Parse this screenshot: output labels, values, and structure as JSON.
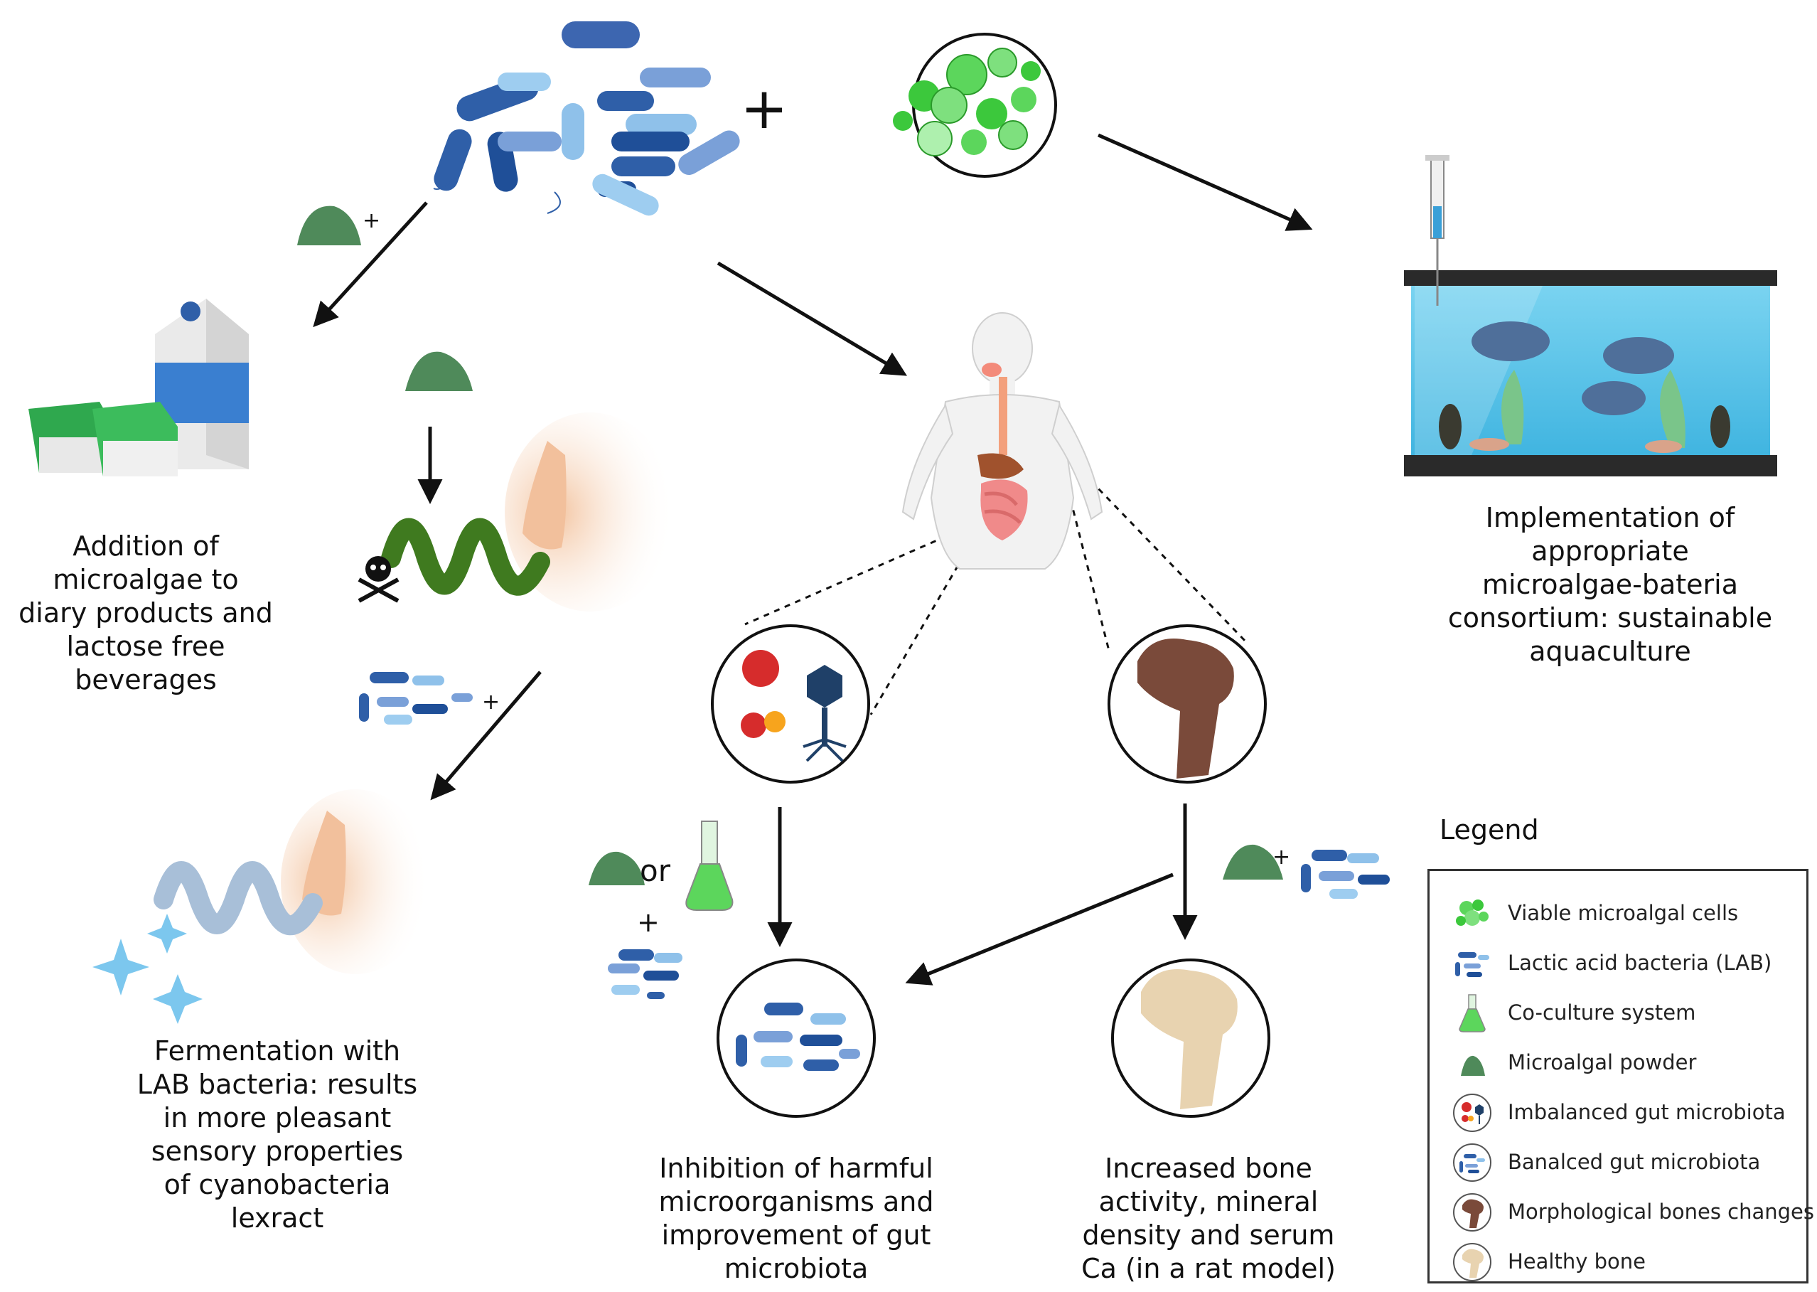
{
  "captions": {
    "dairy": "Addition of\nmicroalgae to\ndiary products and\nlactose free\nbeverages",
    "aquaculture": "Implementation of\nappropriate\nmicroalgae-bateria\nconsortium: sustainable\naquaculture",
    "fermentation": "Fermentation with\nLAB bacteria: results\nin more pleasant\nsensory properties\nof cyanobacteria\nlexract",
    "gut": "Inhibition of harmful\nmicroorganisms and\nimprovement of gut\nmicrobiota",
    "bone": "Increased bone\nactivity, mineral\ndensity and serum\nCa (in a rat model)"
  },
  "symbols": {
    "plus": "+",
    "or": "or"
  },
  "legend": {
    "title": "Legend",
    "items": [
      {
        "label": "Viable microalgal cells",
        "icon": "microalgal-cells-icon"
      },
      {
        "label": "Lactic acid bacteria (LAB)",
        "icon": "lab-bacteria-icon"
      },
      {
        "label": "Co-culture system",
        "icon": "flask-icon"
      },
      {
        "label": "Microalgal powder",
        "icon": "powder-pile-icon"
      },
      {
        "label": "Imbalanced gut microbiota",
        "icon": "imbalanced-microbiota-icon"
      },
      {
        "label": "Banalced gut microbiota",
        "icon": "balanced-microbiota-icon"
      },
      {
        "label": "Morphological bones changes",
        "icon": "damaged-bone-icon"
      },
      {
        "label": "Healthy bone",
        "icon": "healthy-bone-icon"
      }
    ]
  },
  "colors": {
    "bacteria_dark": "#2f5fa8",
    "bacteria_light": "#8fc1ea",
    "algae_green": "#3cc83c",
    "powder_green": "#4f8a5a",
    "aquarium_water": "#5cc6e8",
    "bone_damaged": "#7a4a3a",
    "bone_healthy": "#e8d3b0",
    "arrow": "#111111"
  }
}
